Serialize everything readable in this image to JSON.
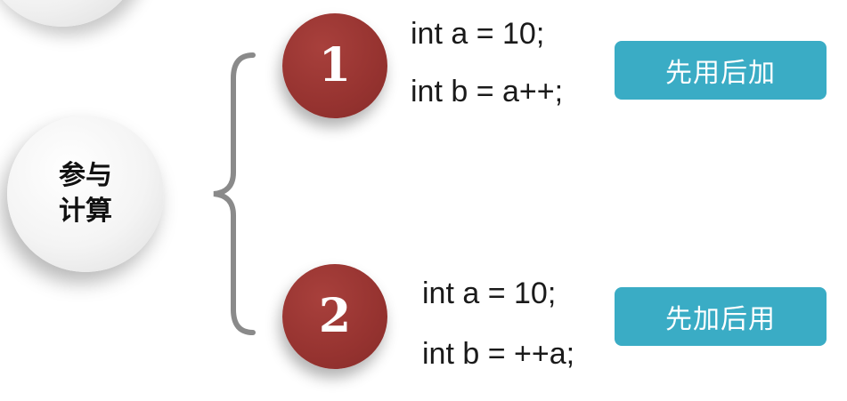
{
  "colors": {
    "number_circle": "#963330",
    "tag_background": "#3aacc5",
    "brace": "#8a8a8a",
    "text": "#1a1a1a"
  },
  "center": {
    "label": "参与计算"
  },
  "cases": [
    {
      "number": "1",
      "code_lines": [
        "int a = 10;",
        "int b = a++;"
      ],
      "tag": "先用后加"
    },
    {
      "number": "2",
      "code_lines": [
        "int a = 10;",
        "int b = ++a;"
      ],
      "tag": "先加后用"
    }
  ]
}
